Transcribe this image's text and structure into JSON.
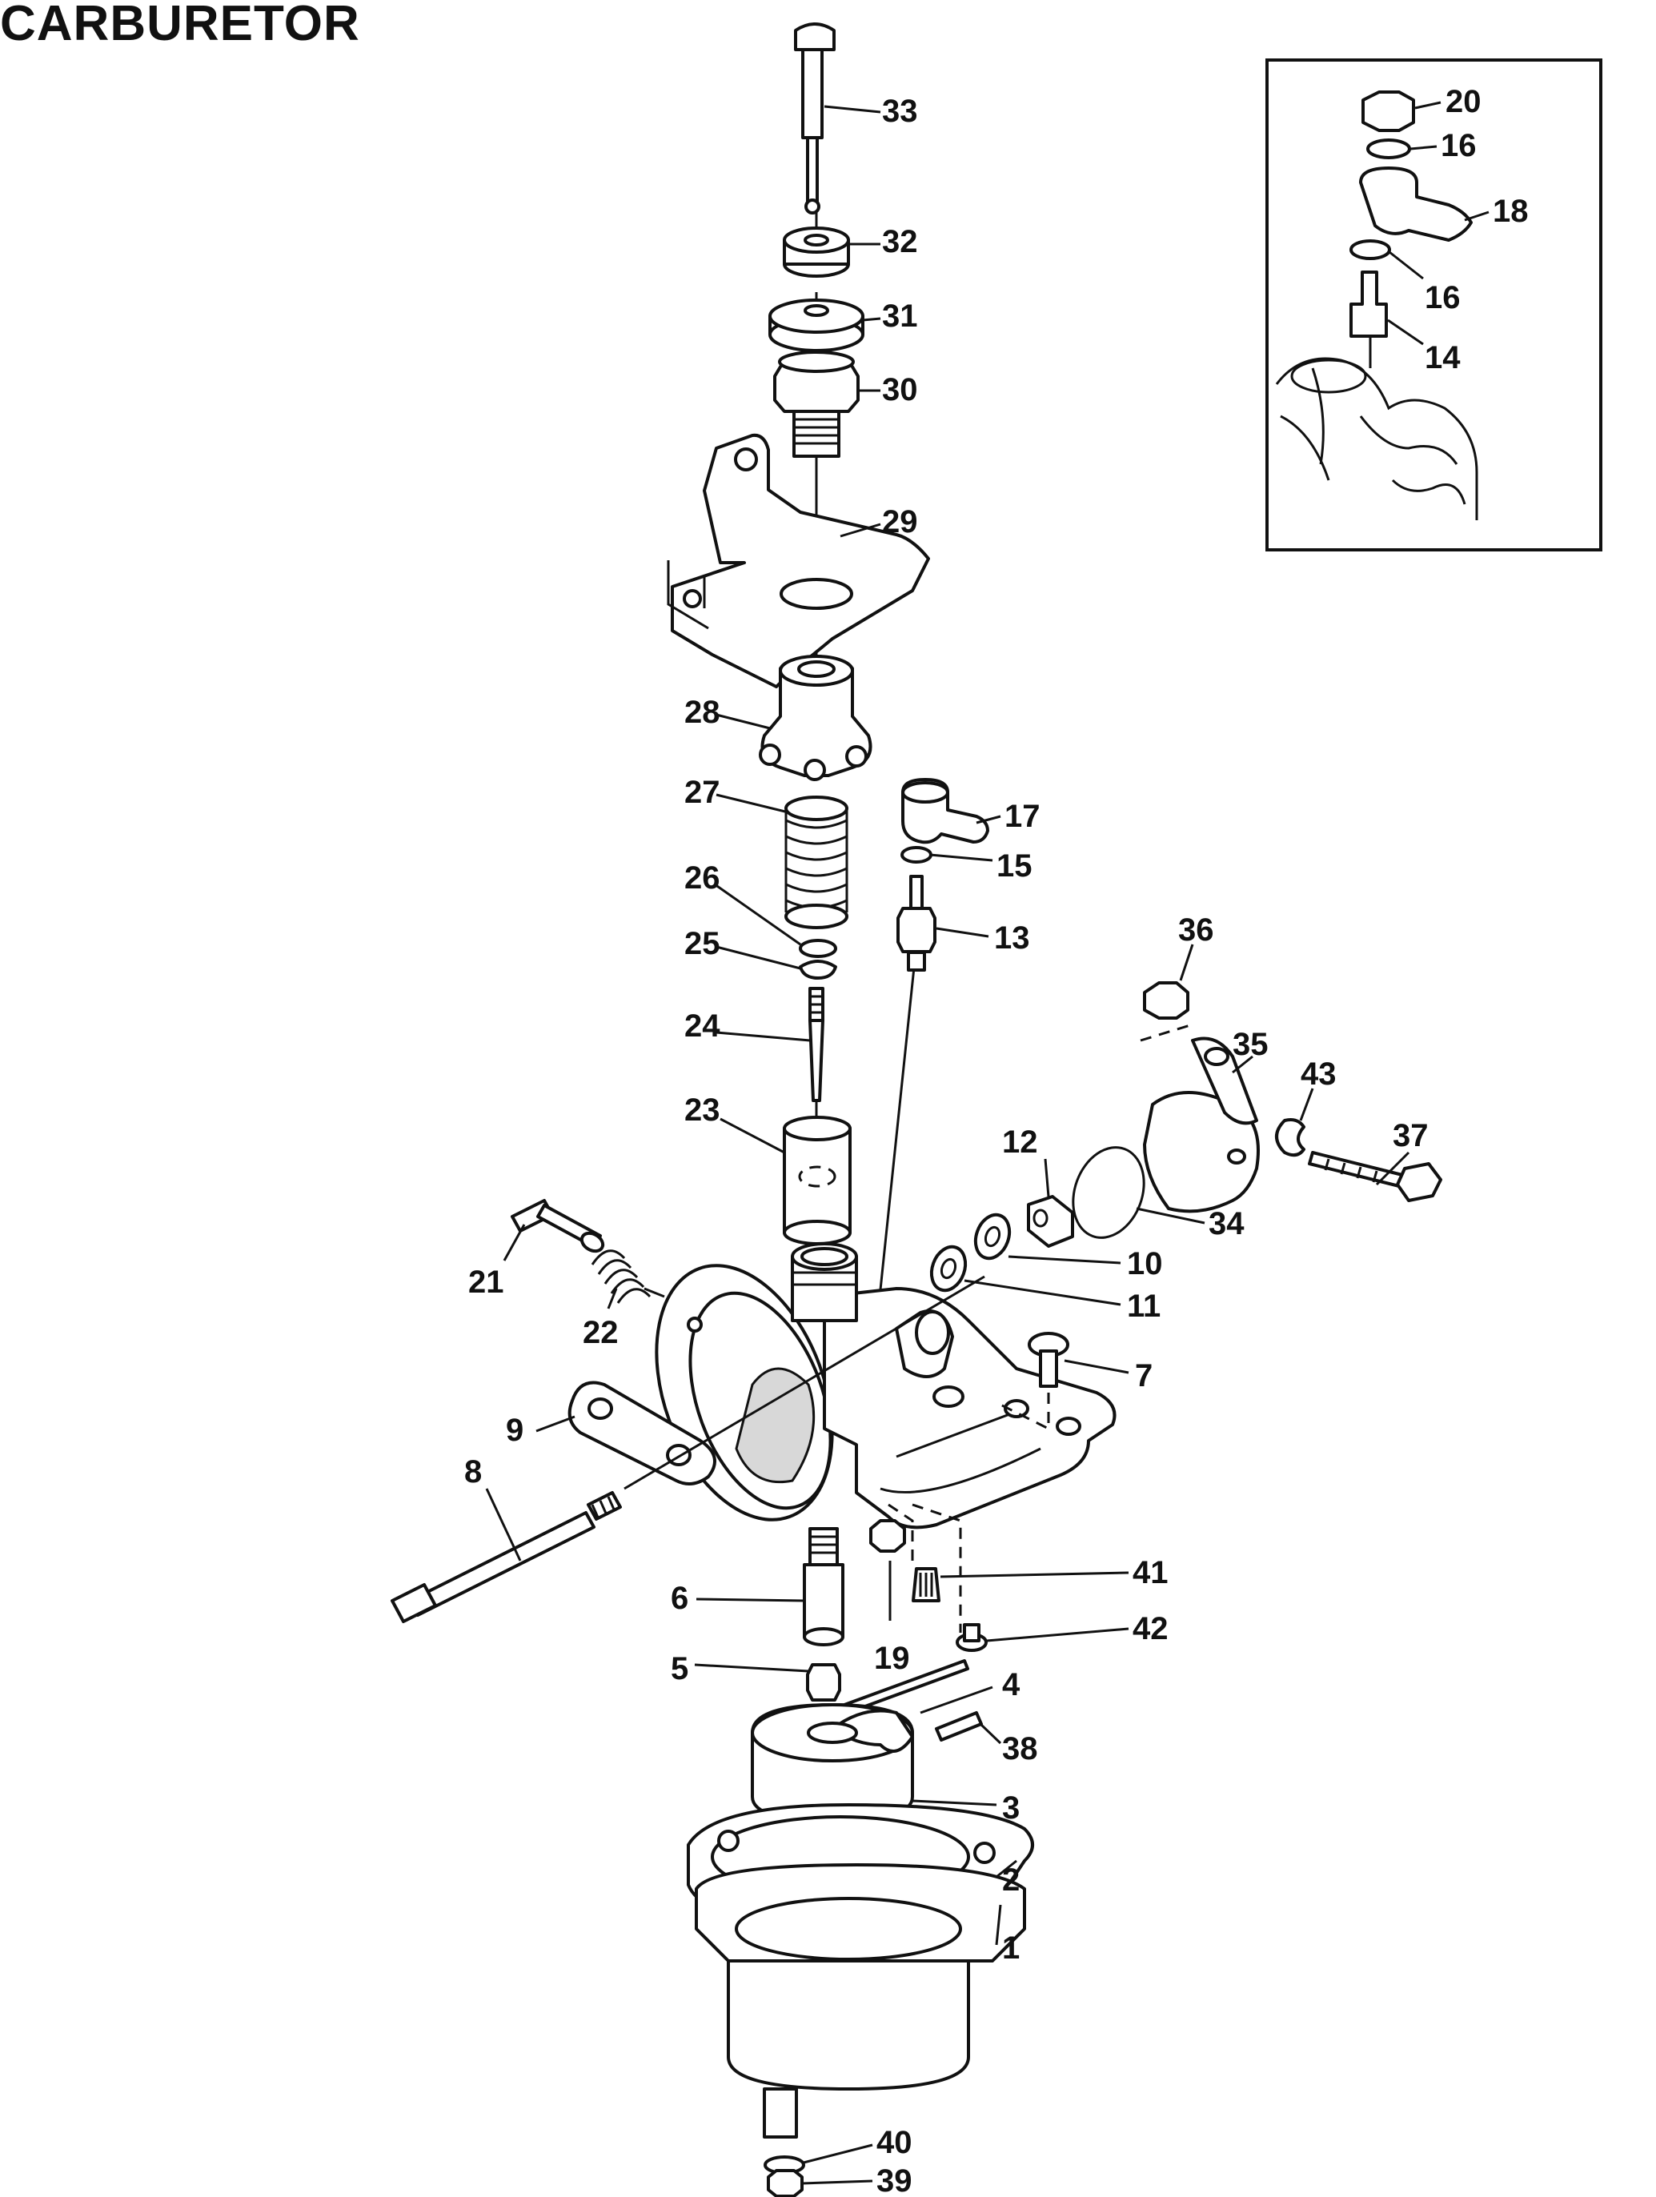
{
  "title": "CARBURETOR",
  "parts": [
    {
      "number": "1"
    },
    {
      "number": "2"
    },
    {
      "number": "3"
    },
    {
      "number": "4"
    },
    {
      "number": "5"
    },
    {
      "number": "6"
    },
    {
      "number": "7"
    },
    {
      "number": "8"
    },
    {
      "number": "9"
    },
    {
      "number": "10"
    },
    {
      "number": "11"
    },
    {
      "number": "12"
    },
    {
      "number": "13"
    },
    {
      "number": "14"
    },
    {
      "number": "15"
    },
    {
      "number": "16"
    },
    {
      "number": "16"
    },
    {
      "number": "17"
    },
    {
      "number": "18"
    },
    {
      "number": "19"
    },
    {
      "number": "20"
    },
    {
      "number": "21"
    },
    {
      "number": "22"
    },
    {
      "number": "23"
    },
    {
      "number": "24"
    },
    {
      "number": "25"
    },
    {
      "number": "26"
    },
    {
      "number": "27"
    },
    {
      "number": "28"
    },
    {
      "number": "29"
    },
    {
      "number": "30"
    },
    {
      "number": "31"
    },
    {
      "number": "32"
    },
    {
      "number": "33"
    },
    {
      "number": "34"
    },
    {
      "number": "35"
    },
    {
      "number": "36"
    },
    {
      "number": "37"
    },
    {
      "number": "38"
    },
    {
      "number": "39"
    },
    {
      "number": "40"
    },
    {
      "number": "41"
    },
    {
      "number": "42"
    },
    {
      "number": "43"
    }
  ]
}
